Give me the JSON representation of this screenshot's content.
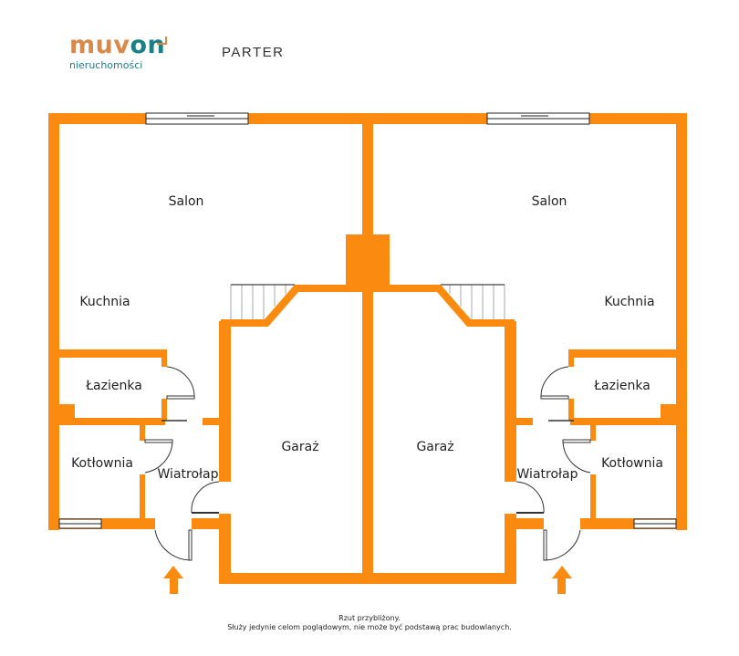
{
  "brand": {
    "name_part1": "muv",
    "name_part2": "on",
    "tagline": "nieruchomości"
  },
  "floor_title": "PARTER",
  "rooms": {
    "left": {
      "salon": "Salon",
      "kuchnia": "Kuchnia",
      "lazienka": "Łazienka",
      "kotlownia": "Kotłownia",
      "wiatrolap": "Wiatrołap",
      "garaz": "Garaż"
    },
    "right": {
      "salon": "Salon",
      "kuchnia": "Kuchnia",
      "lazienka": "Łazienka",
      "kotlownia": "Kotłownia",
      "wiatrolap": "Wiatrołap",
      "garaz": "Garaż"
    }
  },
  "disclaimer": {
    "line1": "Rzut przybliżony.",
    "line2": "Służy jedynie celom poglądowym, nie może być podstawą prac budowlanych."
  },
  "colors": {
    "wall": "#FB8A10",
    "brand_orange": "#D9894A",
    "brand_teal": "#1D7F86"
  }
}
